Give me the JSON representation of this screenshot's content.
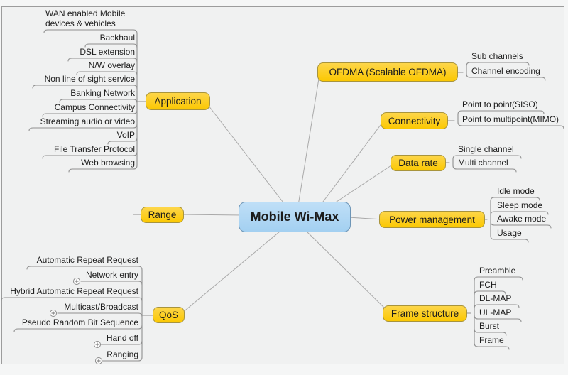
{
  "center": {
    "label": "Mobile Wi-Max"
  },
  "branches": [
    {
      "label": "Application",
      "children": [
        {
          "label": "WAN enabled Mobile devices & vehicles"
        },
        {
          "label": "Backhaul"
        },
        {
          "label": "DSL extension"
        },
        {
          "label": "N/W overlay"
        },
        {
          "label": "Non line of sight service"
        },
        {
          "label": "Banking Network"
        },
        {
          "label": "Campus Connectivity"
        },
        {
          "label": "Streaming audio or video"
        },
        {
          "label": "VoIP"
        },
        {
          "label": "File Transfer Protocol"
        },
        {
          "label": "Web browsing"
        }
      ]
    },
    {
      "label": "OFDMA (Scalable OFDMA)",
      "children": [
        {
          "label": "Sub channels"
        },
        {
          "label": "Channel encoding"
        }
      ]
    },
    {
      "label": "Connectivity",
      "children": [
        {
          "label": "Point to point(SISO)"
        },
        {
          "label": "Point to multipoint(MIMO)"
        }
      ]
    },
    {
      "label": "Data rate",
      "children": [
        {
          "label": "Single channel"
        },
        {
          "label": "Multi channel"
        }
      ]
    },
    {
      "label": "Range",
      "children": []
    },
    {
      "label": "Power management",
      "children": [
        {
          "label": "Idle mode"
        },
        {
          "label": "Sleep mode"
        },
        {
          "label": "Awake mode"
        },
        {
          "label": "Usage"
        }
      ]
    },
    {
      "label": "QoS",
      "children": [
        {
          "label": "Automatic Repeat Request",
          "has_collapsed_children": false
        },
        {
          "label": "Network entry",
          "has_collapsed_children": true
        },
        {
          "label": "Hybrid Automatic Repeat Request",
          "has_collapsed_children": false
        },
        {
          "label": "Multicast/Broadcast",
          "has_collapsed_children": true
        },
        {
          "label": "Pseudo Random Bit Sequence",
          "has_collapsed_children": false
        },
        {
          "label": "Hand off",
          "has_collapsed_children": true
        },
        {
          "label": "Ranging",
          "has_collapsed_children": true
        }
      ]
    },
    {
      "label": "Frame structure",
      "children": [
        {
          "label": "Preamble"
        },
        {
          "label": "FCH"
        },
        {
          "label": "DL-MAP"
        },
        {
          "label": "UL-MAP"
        },
        {
          "label": "Burst"
        },
        {
          "label": "Frame"
        }
      ]
    }
  ],
  "icons": {
    "collapse_indicator": "plus-circle"
  },
  "colors": {
    "canvas_bg": "#f0f1f1",
    "frame_border": "#9c9c9c",
    "branch_fill": "#fbc802",
    "branch_fill_light": "#fdd64a",
    "branch_border": "#a8943c",
    "center_fill": "#a3d0f1",
    "center_fill_light": "#bfdff7",
    "center_border": "#6d95b6",
    "edge": "#a9a9a9",
    "line": "#8f8f8f",
    "text": "#1c1c1c"
  }
}
